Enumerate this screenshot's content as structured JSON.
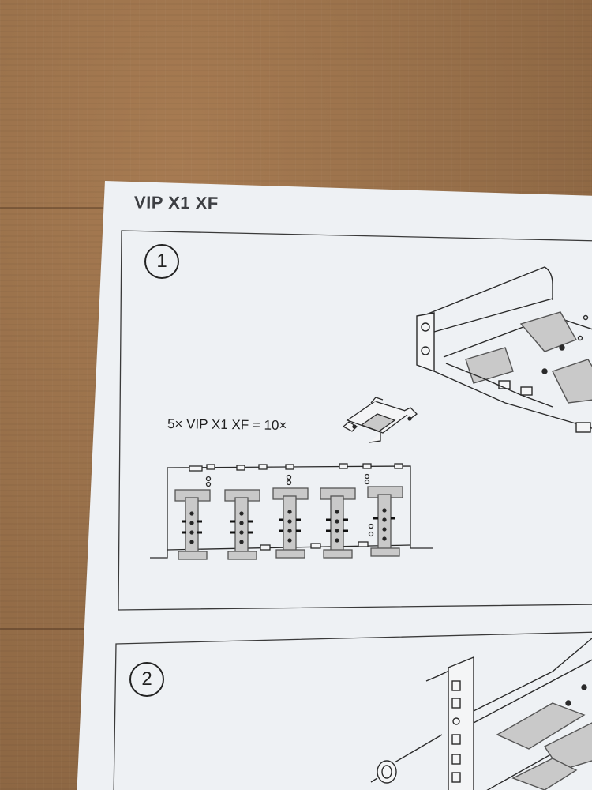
{
  "document": {
    "title": "VIP X1 XF",
    "steps": [
      {
        "number": "1",
        "equation": "5× VIP X1 XF = 10×"
      },
      {
        "number": "2"
      }
    ]
  },
  "colors": {
    "paper": "#eef1f4",
    "cardboard": "#9a6f47",
    "line_art": "#2a2a2a",
    "part_fill": "#c9c9c9"
  }
}
